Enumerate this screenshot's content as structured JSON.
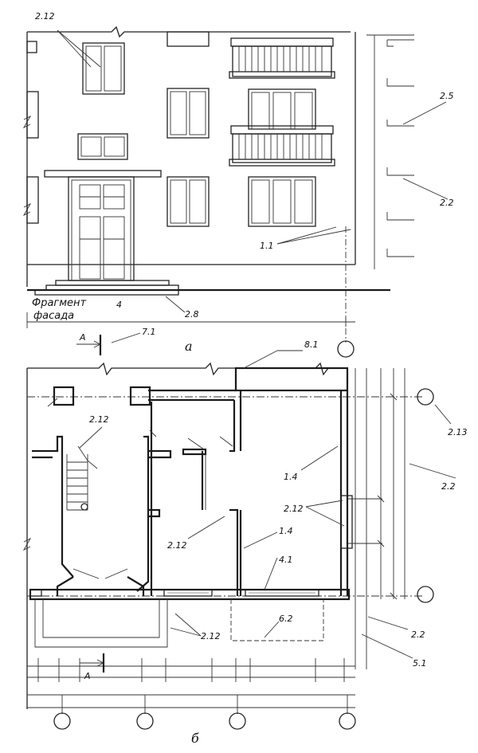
{
  "elevation": {
    "fragment_label_line1": "Фрагмент",
    "fragment_label_line2": "фасада",
    "dimension_4": "4",
    "caption": "а",
    "callouts": {
      "c_2_12": "2.12",
      "c_2_5": "2.5",
      "c_2_2": "2.2",
      "c_1_1": "1.1",
      "c_2_8": "2.8"
    },
    "section_letter": "А",
    "c_7_1": "7.1"
  },
  "plan": {
    "caption": "б",
    "section_letter": "А",
    "callouts": {
      "c_8_1": "8.1",
      "c_2_13": "2.13",
      "c_2_12_stair": "2.12",
      "c_1_4_top": "1.4",
      "c_2_2_right": "2.2",
      "c_2_12_window": "2.12",
      "c_2_12_door": "2.12",
      "c_1_4_mid": "1.4",
      "c_4_1": "4.1",
      "c_6_2": "6.2",
      "c_2_2_bottom": "2.2",
      "c_5_1": "5.1",
      "c_2_12_bottom": "2.12"
    }
  }
}
